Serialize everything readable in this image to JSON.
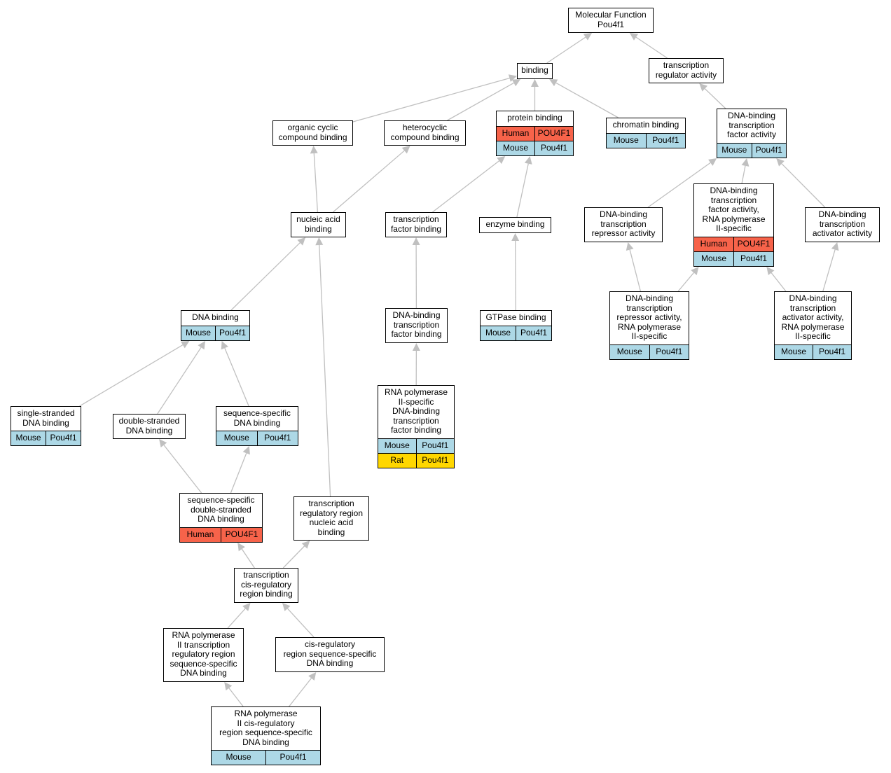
{
  "colors": {
    "mouse": "#add8e6",
    "human": "#f7634a",
    "rat": "#ffd700",
    "edge": "#c0c0c0"
  },
  "nodes": {
    "mf": {
      "label": "Molecular Function\nPou4f1",
      "rows": []
    },
    "binding": {
      "label": "binding",
      "rows": []
    },
    "tra": {
      "label": "transcription\nregulator activity",
      "rows": []
    },
    "ocb": {
      "label": "organic cyclic\ncompound binding",
      "rows": []
    },
    "hcb": {
      "label": "heterocyclic\ncompound binding",
      "rows": []
    },
    "pb": {
      "label": "protein binding",
      "rows": [
        {
          "species": "Human",
          "gene": "POU4F1"
        },
        {
          "species": "Mouse",
          "gene": "Pou4f1"
        }
      ]
    },
    "cb": {
      "label": "chromatin binding",
      "rows": [
        {
          "species": "Mouse",
          "gene": "Pou4f1"
        }
      ]
    },
    "dbtfa": {
      "label": "DNA-binding\ntranscription\nfactor activity",
      "rows": [
        {
          "species": "Mouse",
          "gene": "Pou4f1"
        }
      ]
    },
    "nab": {
      "label": "nucleic acid\nbinding",
      "rows": []
    },
    "tfb": {
      "label": "transcription\nfactor binding",
      "rows": []
    },
    "eb": {
      "label": "enzyme binding",
      "rows": []
    },
    "dbtra": {
      "label": "DNA-binding\ntranscription\nrepressor activity",
      "rows": []
    },
    "dbtfa2": {
      "label": "DNA-binding\ntranscription\nfactor activity,\nRNA polymerase\nII-specific",
      "rows": [
        {
          "species": "Human",
          "gene": "POU4F1"
        },
        {
          "species": "Mouse",
          "gene": "Pou4f1"
        }
      ]
    },
    "dbtaa": {
      "label": "DNA-binding\ntranscription\nactivator activity",
      "rows": []
    },
    "db": {
      "label": "DNA binding",
      "rows": [
        {
          "species": "Mouse",
          "gene": "Pou4f1"
        }
      ]
    },
    "dbtfb": {
      "label": "DNA-binding\ntranscription\nfactor binding",
      "rows": []
    },
    "gtp": {
      "label": "GTPase binding",
      "rows": [
        {
          "species": "Mouse",
          "gene": "Pou4f1"
        }
      ]
    },
    "rep2": {
      "label": "DNA-binding\ntranscription\nrepressor activity,\nRNA polymerase\nII-specific",
      "rows": [
        {
          "species": "Mouse",
          "gene": "Pou4f1"
        }
      ]
    },
    "act2": {
      "label": "DNA-binding\ntranscription\nactivator activity,\nRNA polymerase\nII-specific",
      "rows": [
        {
          "species": "Mouse",
          "gene": "Pou4f1"
        }
      ]
    },
    "ssdna": {
      "label": "single-stranded\nDNA binding",
      "rows": [
        {
          "species": "Mouse",
          "gene": "Pou4f1"
        }
      ]
    },
    "dsdna": {
      "label": "double-stranded\nDNA binding",
      "rows": []
    },
    "seqdna": {
      "label": "sequence-specific\nDNA binding",
      "rows": [
        {
          "species": "Mouse",
          "gene": "Pou4f1"
        }
      ]
    },
    "rnap2tf": {
      "label": "RNA polymerase\nII-specific\nDNA-binding\ntranscription\nfactor binding",
      "rows": [
        {
          "species": "Mouse",
          "gene": "Pou4f1"
        },
        {
          "species": "Rat",
          "gene": "Pou4f1"
        }
      ]
    },
    "ssds": {
      "label": "sequence-specific\ndouble-stranded\nDNA binding",
      "rows": [
        {
          "species": "Human",
          "gene": "POU4F1"
        }
      ]
    },
    "trrnab": {
      "label": "transcription\nregulatory region\nnucleic acid\nbinding",
      "rows": []
    },
    "tcrb": {
      "label": "transcription\ncis-regulatory\nregion binding",
      "rows": []
    },
    "rnap2trr": {
      "label": "RNA polymerase\nII transcription\nregulatory region\nsequence-specific\nDNA binding",
      "rows": []
    },
    "cisreg": {
      "label": "cis-regulatory\nregion sequence-specific\nDNA binding",
      "rows": []
    },
    "rnap2cis": {
      "label": "RNA polymerase\nII cis-regulatory\nregion sequence-specific\nDNA binding",
      "rows": [
        {
          "species": "Mouse",
          "gene": "Pou4f1"
        }
      ]
    }
  },
  "edges": [
    [
      "binding",
      "mf"
    ],
    [
      "tra",
      "mf"
    ],
    [
      "ocb",
      "binding"
    ],
    [
      "hcb",
      "binding"
    ],
    [
      "pb",
      "binding"
    ],
    [
      "cb",
      "binding"
    ],
    [
      "dbtfa",
      "tra"
    ],
    [
      "nab",
      "ocb"
    ],
    [
      "nab",
      "hcb"
    ],
    [
      "tfb",
      "pb"
    ],
    [
      "eb",
      "pb"
    ],
    [
      "dbtra",
      "dbtfa"
    ],
    [
      "dbtfa2",
      "dbtfa"
    ],
    [
      "dbtaa",
      "dbtfa"
    ],
    [
      "db",
      "nab"
    ],
    [
      "trrnab",
      "nab"
    ],
    [
      "dbtfb",
      "tfb"
    ],
    [
      "gtp",
      "eb"
    ],
    [
      "rep2",
      "dbtra"
    ],
    [
      "rep2",
      "dbtfa2"
    ],
    [
      "act2",
      "dbtfa2"
    ],
    [
      "act2",
      "dbtaa"
    ],
    [
      "ssdna",
      "db"
    ],
    [
      "dsdna",
      "db"
    ],
    [
      "seqdna",
      "db"
    ],
    [
      "rnap2tf",
      "dbtfb"
    ],
    [
      "ssds",
      "dsdna"
    ],
    [
      "ssds",
      "seqdna"
    ],
    [
      "tcrb",
      "ssds"
    ],
    [
      "tcrb",
      "trrnab"
    ],
    [
      "rnap2trr",
      "tcrb"
    ],
    [
      "cisreg",
      "tcrb"
    ],
    [
      "rnap2cis",
      "rnap2trr"
    ],
    [
      "rnap2cis",
      "cisreg"
    ]
  ]
}
